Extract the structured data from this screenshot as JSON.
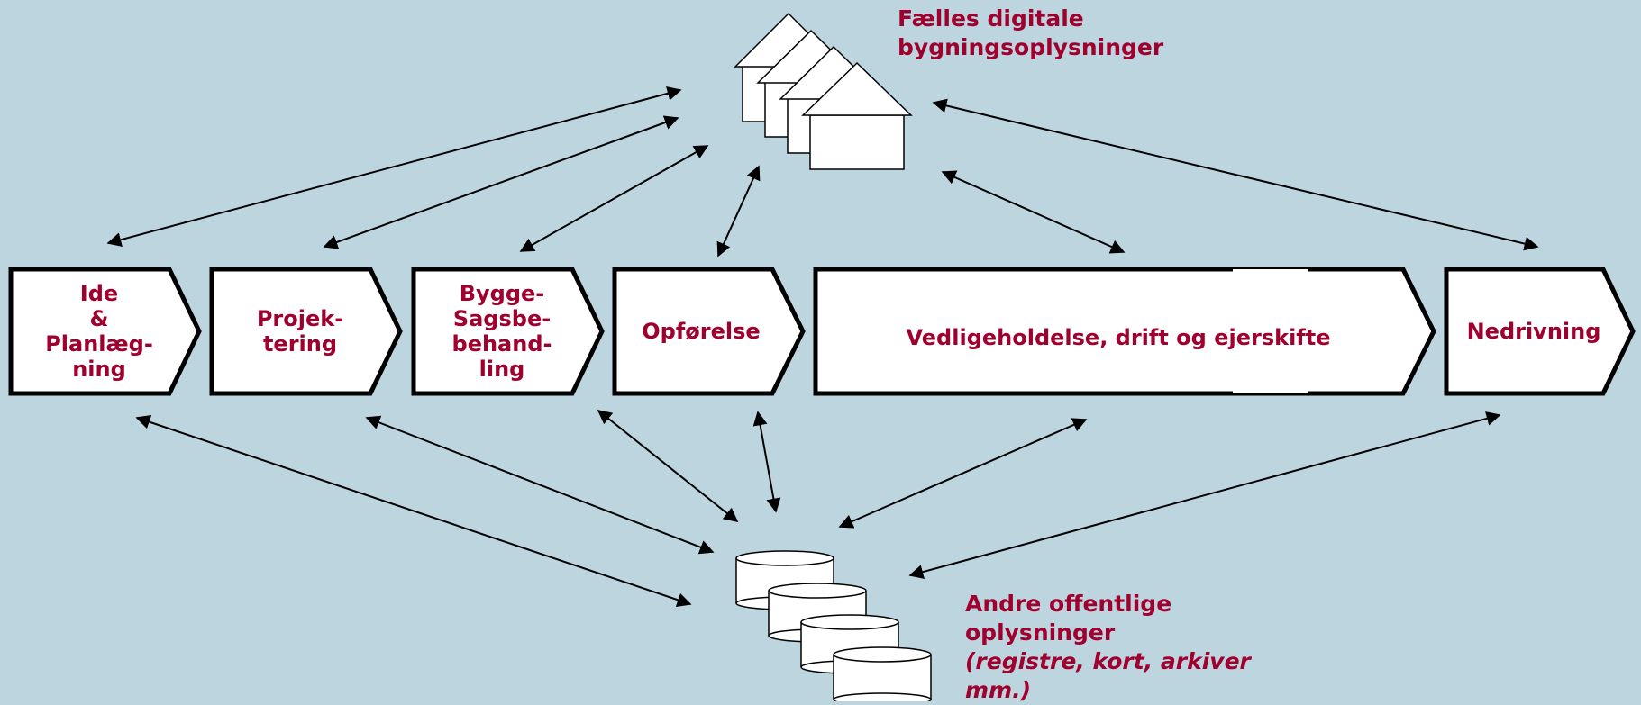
{
  "top_source": {
    "line1": "Fælles digitale",
    "line2": "bygningsoplysninger",
    "icon": "stacked-houses-icon"
  },
  "bottom_source": {
    "line1": "Andre offentlige",
    "line2": "oplysninger",
    "line3": "(registre, kort, arkiver",
    "line4": "mm.)",
    "icon": "stacked-database-icon"
  },
  "stages": [
    {
      "lines": [
        "Ide",
        "&",
        "Planlæg-",
        "ning"
      ]
    },
    {
      "lines": [
        "Projek-",
        "tering"
      ]
    },
    {
      "lines": [
        "Bygge-",
        "Sagsbe-",
        "behand-",
        "ling"
      ]
    },
    {
      "lines": [
        "Opførelse"
      ]
    },
    {
      "lines": [
        "Vedligeholdelse, drift og ejerskifte"
      ]
    },
    {
      "lines": [
        "Nedrivning"
      ]
    }
  ],
  "colors": {
    "background": "#bdd5df",
    "label": "#a0002e",
    "stage_fill": "#ffffff",
    "stroke": "#000000"
  }
}
